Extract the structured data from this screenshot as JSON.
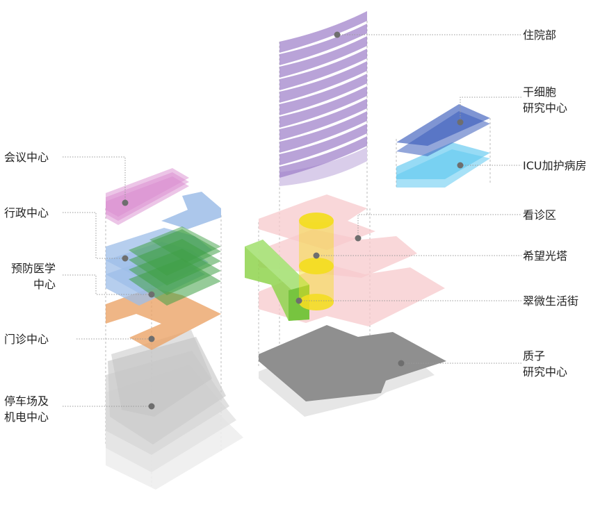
{
  "labels": {
    "inpatient": "住院部",
    "stemcell": "干细胞\n研究中心",
    "icu": "ICU加护病房",
    "clinic": "看诊区",
    "tower": "希望光塔",
    "street": "翠微生活街",
    "proton": "质子\n研究中心",
    "conference": "会议中心",
    "admin": "行政中心",
    "preventive": "预防医学\n中心",
    "outpatient": "门诊中心",
    "parking": "停车场及\n机电中心"
  },
  "colors": {
    "purple": "#9b7cc8",
    "pink_magenta": "#d98ccf",
    "blue_light": "#8fb4e3",
    "green": "#3fa046",
    "orange": "#eba468",
    "gray_light": "#d6d6d6",
    "gray_dark": "#8f8f8f",
    "pink_light": "#f7c9cc",
    "yellow": "#f3dd22",
    "lime": "#8fd44e",
    "navy": "#3b5cbc",
    "cyan": "#5fc8f0"
  }
}
